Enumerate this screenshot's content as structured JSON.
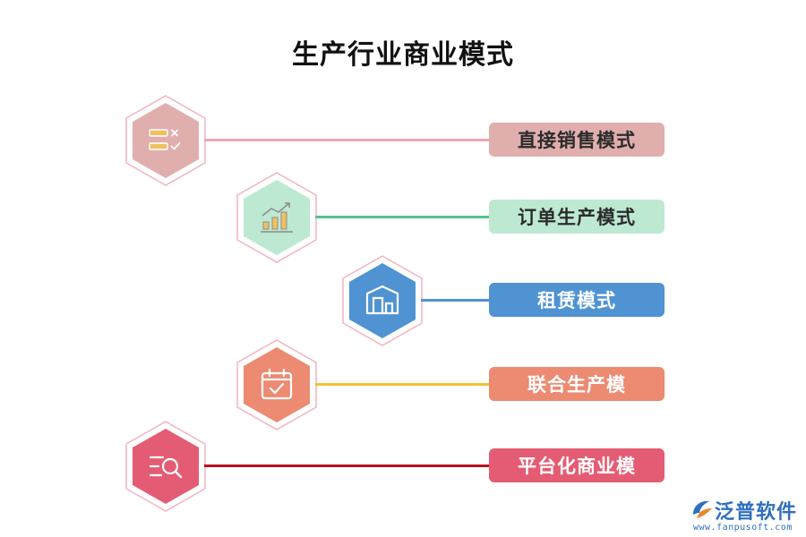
{
  "title": "生产行业商业模式",
  "nodes": [
    {
      "label": "直接销售模式",
      "icon": "checklist-icon",
      "color": "#e1aeae",
      "line_color": "#f0a6b3",
      "text_color": "#2b2b2b"
    },
    {
      "label": "订单生产模式",
      "icon": "bar-chart-icon",
      "color": "#bde9d2",
      "line_color": "#56c08c",
      "text_color": "#2b2b2b"
    },
    {
      "label": "租赁模式",
      "icon": "warehouse-icon",
      "color": "#4f93d2",
      "line_color": "#4f93d2",
      "text_color": "#ffffff"
    },
    {
      "label": "联合生产模",
      "icon": "calendar-check-icon",
      "color": "#ec8a72",
      "line_color": "#f2c230",
      "text_color": "#ffffff"
    },
    {
      "label": "平台化商业模",
      "icon": "search-list-icon",
      "color": "#e45c74",
      "line_color": "#b8121e",
      "text_color": "#ffffff"
    }
  ],
  "hex_outline_color": "#f2b3bf",
  "brand": {
    "name": "泛普软件",
    "url": "www.fanpusoft.com",
    "color": "#2f6fbf"
  }
}
